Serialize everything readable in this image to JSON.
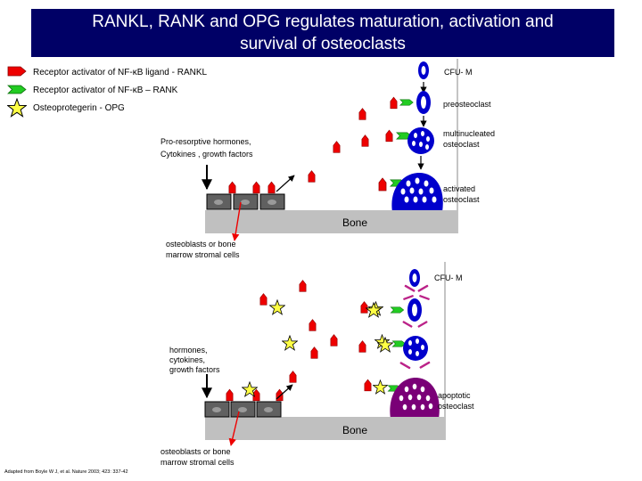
{
  "title": {
    "line1": "RANKL, RANK and OPG regulates maturation, activation and",
    "line2": "survival of osteoclasts"
  },
  "legend": {
    "rankl": "Receptor activator of NF-κB ligand - RANKL",
    "rank": "Receptor activator of NF-κB – RANK",
    "opg": "Osteoprotegerin - OPG"
  },
  "top_panel": {
    "cfu_m": "CFU- M",
    "preosteoclast": "preosteoclast",
    "multinucleated_1": "multinucleated",
    "multinucleated_2": "osteoclast",
    "activated_1": "activated",
    "activated_2": "osteoclast",
    "stimuli_1": "Pro-resorptive hormones,",
    "stimuli_2": "Cytokines , growth factors",
    "bone": "Bone",
    "stromal_1": "osteoblasts or bone",
    "stromal_2": "marrow stromal cells"
  },
  "bottom_panel": {
    "cfu_m": "CFU- M",
    "stimuli_1": "hormones,",
    "stimuli_2": "cytokines,",
    "stimuli_3": "growth factors",
    "apoptotic_1": "apoptotic",
    "apoptotic_2": "osteoclast",
    "bone": "Bone",
    "stromal_1": "osteoblasts or bone",
    "stromal_2": "marrow stromal cells"
  },
  "citation": "Adapted from Boyle W J, et al. Nature 2003; 423: 337-42",
  "colors": {
    "title_bg": "#000066",
    "rankl": "#ee0000",
    "rank": "#22cc22",
    "opg": "#ffff44",
    "cell_blue": "#0000cc",
    "cell_apoptotic": "#7a0077",
    "bone": "#c0c0c0",
    "stromal": "#606060",
    "fragment": "#bb2288"
  },
  "icons": [
    "rankl-arrow-icon",
    "rank-arrow-icon",
    "opg-star-icon"
  ]
}
